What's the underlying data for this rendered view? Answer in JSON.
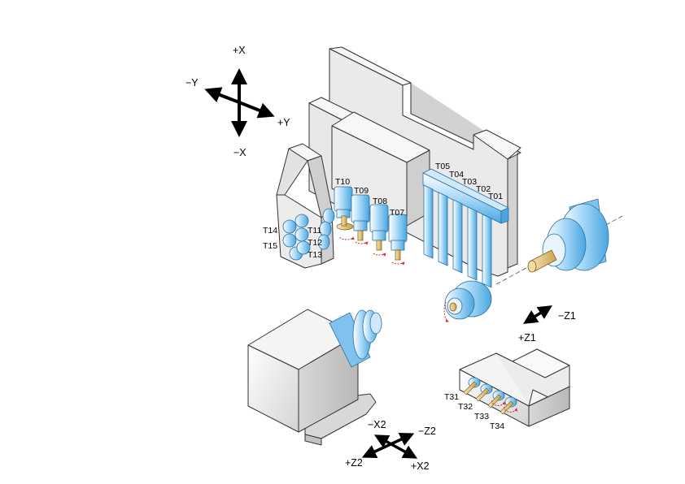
{
  "axes_upper": {
    "plus_x": "+X",
    "minus_x": "−X",
    "plus_y": "+Y",
    "minus_y": "−Y"
  },
  "axes_spindle": {
    "minus_z1": "−Z1",
    "plus_z1": "+Z1"
  },
  "axes_lower": {
    "minus_x2": "−X2",
    "minus_z2": "−Z2",
    "plus_z2": "+Z2",
    "plus_x2": "+X2"
  },
  "tools_turret_front": [
    "T01",
    "T02",
    "T03",
    "T04",
    "T05"
  ],
  "tools_live": [
    "T07",
    "T08",
    "T09",
    "T10"
  ],
  "tools_side_left": [
    "T14",
    "T15"
  ],
  "tools_side_right": [
    "T11",
    "T12",
    "T13"
  ],
  "tools_lower": [
    "T31",
    "T32",
    "T33",
    "T34"
  ],
  "colors": {
    "tool_blue": "#a9d9f7",
    "tool_blue_dark": "#4aa6e0",
    "brass": "#e6c77e",
    "body_light": "#f4f4f4",
    "body_mid": "#dcdcdc",
    "body_dark": "#c4c4c4",
    "edge": "#333333",
    "rotation_arrow": "#d62828"
  }
}
